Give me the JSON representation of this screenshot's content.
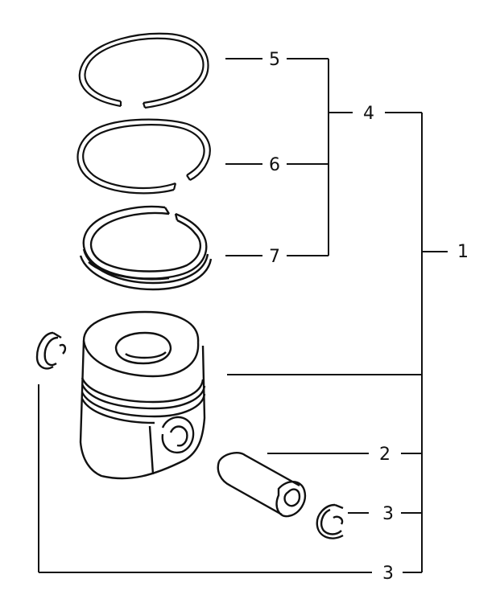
{
  "callouts": {
    "c1": "1",
    "c2": "2",
    "c3a": "3",
    "c3b": "3",
    "c4": "4",
    "c5": "5",
    "c6": "6",
    "c7": "7"
  },
  "colors": {
    "ink": "#111111",
    "paper": "#ffffff"
  }
}
